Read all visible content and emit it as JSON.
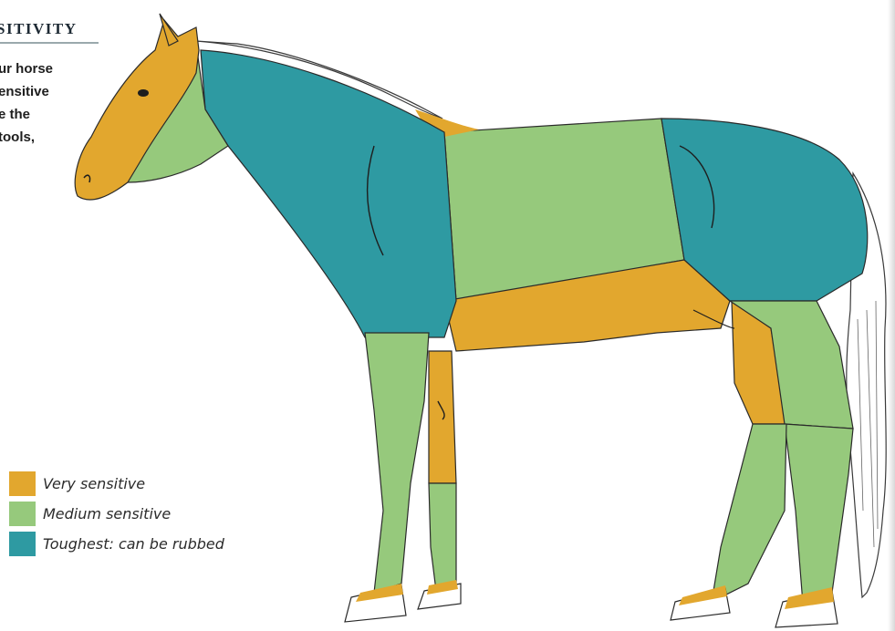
{
  "header": {
    "title": "SITIVITY"
  },
  "intro": {
    "lines": [
      "ur horse",
      "ensitive",
      "e the",
      "tools,"
    ]
  },
  "colors": {
    "very_sensitive": "#e2a72e",
    "medium_sensitive": "#96c97c",
    "toughest": "#2e9aa2"
  },
  "legend": [
    {
      "label": "Very sensitive",
      "color": "#e2a72e"
    },
    {
      "label": "Medium sensitive",
      "color": "#96c97c"
    },
    {
      "label": "Toughest: can be rubbed",
      "color": "#2e9aa2"
    }
  ]
}
